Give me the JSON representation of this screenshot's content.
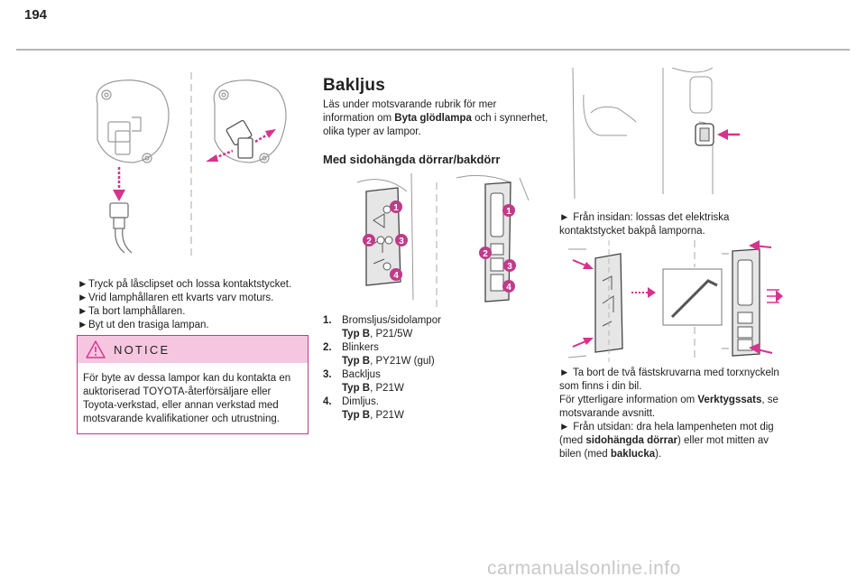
{
  "page": {
    "number": "194"
  },
  "left_column": {
    "steps": [
      "Tryck på låsclipset och lossa kontaktstycket.",
      "Vrid lamphållaren ett kvarts varv moturs.",
      "Ta bort lamphållaren.",
      "Byt ut den trasiga lampan."
    ],
    "notice": {
      "label": "NOTICE",
      "text_lines": [
        "För byte av dessa lampor kan du kontakta en",
        "auktoriserad TOYOTA-återförsäljare eller",
        "Toyota-verkstad, eller annan verkstad med",
        "motsvarande kvalifikationer och utrustning."
      ]
    }
  },
  "middle_column": {
    "title": "Bakljus",
    "intro": {
      "line1": "Läs under motsvarande rubrik för mer",
      "line2_pre": "information om ",
      "line2_bold": "Byta glödlampa",
      "line2_post": " och i synnerhet,",
      "line3": "olika typer av lampor."
    },
    "subtitle": "Med sidohängda dörrar/bakdörr",
    "lamps": [
      {
        "num": "1.",
        "name": "Bromsljus/sidolampor",
        "type_label": "Typ B",
        "type_value": ", P21/5W"
      },
      {
        "num": "2.",
        "name": "Blinkers",
        "type_label": "Typ B",
        "type_value": ", PY21W (gul)"
      },
      {
        "num": "3.",
        "name": "Backljus",
        "type_label": "Typ B",
        "type_value": ", P21W"
      },
      {
        "num": "4.",
        "name": "Dimljus.",
        "type_label": "Typ B",
        "type_value": ", P21W"
      }
    ],
    "callouts": [
      "1",
      "2",
      "3",
      "4"
    ]
  },
  "right_column": {
    "step1": {
      "line1": "Från insidan: lossas det elektriska",
      "line2": "kontaktstycket bakpå lamporna."
    },
    "step2": {
      "line1": "Ta bort de två fästskruvarna med torxnyckeln",
      "line2": "som finns i din bil.",
      "line3_pre": "För ytterligare information om ",
      "line3_bold": "Verktygssats",
      "line3_post": ", se",
      "line4": "motsvarande avsnitt."
    },
    "step3": {
      "line1": "Från utsidan: dra hela lampenheten mot dig",
      "line2_pre": "(med ",
      "line2_bold": "sidohängda dörrar",
      "line2_post": ") eller mot mitten av",
      "line3_pre": "bilen (med ",
      "line3_bold": "baklucka",
      "line3_post": ")."
    }
  },
  "bullet_symbol": "►",
  "watermark": "carmanualsonline.info",
  "colors": {
    "accent": "#d6338f",
    "notice_fill": "#f6c6e1",
    "rule": "#b5b5b5"
  }
}
